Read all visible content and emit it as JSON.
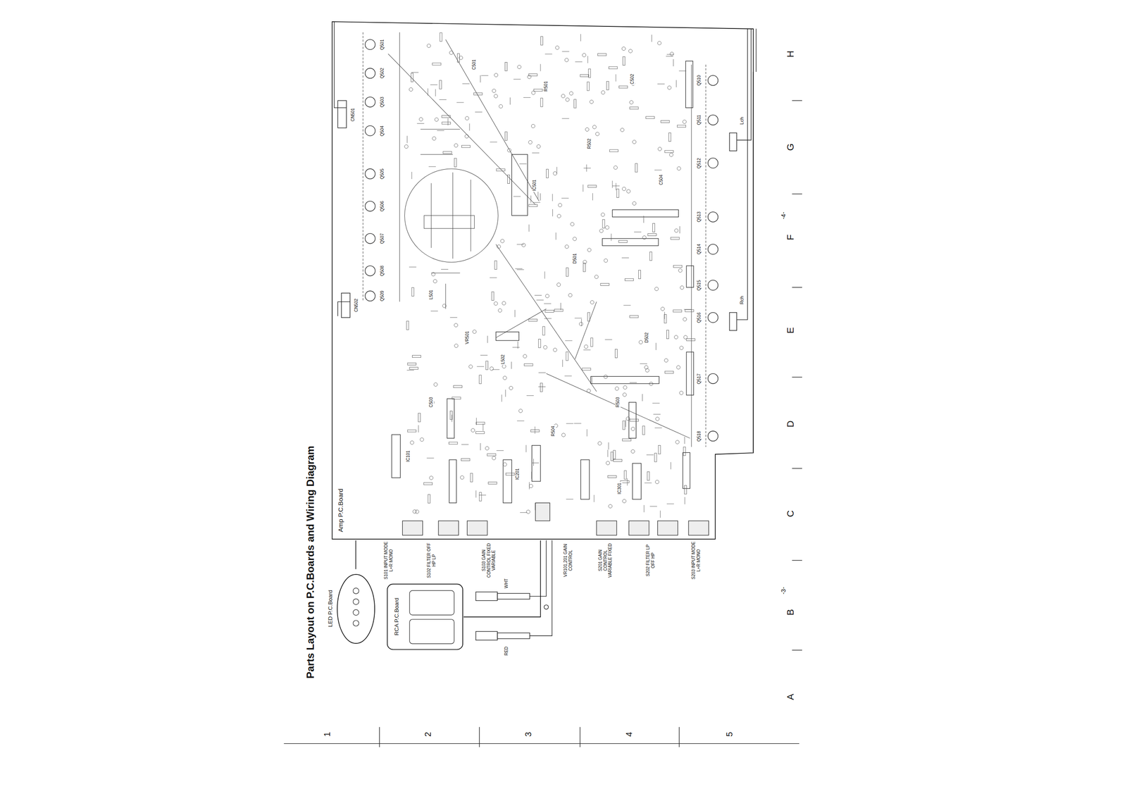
{
  "diagram": {
    "title": "Parts Layout on P.C.Boards and Wiring Diagram",
    "nodes": [
      {
        "text": [
          "Amp P.C.Board"
        ]
      },
      {
        "text": [
          "LED P.C.Board"
        ]
      },
      {
        "text": [
          "RCA P.C.Board"
        ]
      }
    ],
    "edges": [
      {
        "from": 1,
        "to": 0,
        "arrow": "none"
      },
      {
        "from": 2,
        "to": 0,
        "arrow": "none"
      }
    ],
    "labels": [
      "A",
      "B",
      "C",
      "D",
      "E",
      "F",
      "G",
      "H",
      "1",
      "2",
      "3",
      "4",
      "5",
      "-3-",
      "-4-",
      "S101 INPUT MODE L+R MONO",
      "S102 FILTER OFF HP LP",
      "S103 GAIN CONTROL FIXED VARIABLE",
      "VR101,201 GAIN CONTROL",
      "S201 GAIN CONTROL VARIABLE FIXED",
      "S202 FILTER LP OFF HP",
      "S203 INPUT MODE L+R MONO",
      "Lch",
      "Rch",
      "WHT",
      "RED",
      "CN501",
      "CN502",
      "Q501",
      "Q502",
      "Q503",
      "Q504",
      "Q505",
      "Q506",
      "Q507",
      "Q508",
      "Q509",
      "Q510",
      "Q511",
      "Q512",
      "Q513",
      "Q514",
      "Q515",
      "Q516",
      "Q517",
      "Q518",
      "IC501",
      "IC101",
      "IC201",
      "IC301",
      "L501",
      "L502",
      "R501",
      "R502",
      "C501",
      "C502",
      "D501",
      "D502",
      "R503",
      "C503",
      "R504",
      "C504",
      "VR501"
    ]
  }
}
